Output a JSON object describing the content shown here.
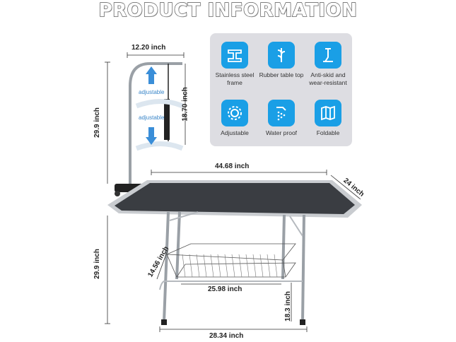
{
  "title": "PRODUCT INFORMATION",
  "features": [
    {
      "icon": "steel-beam-icon",
      "label": "Stainless steel frame"
    },
    {
      "icon": "rubber-mat-icon",
      "label": "Rubber table top"
    },
    {
      "icon": "anti-skid-icon",
      "label": "Anti-skid and wear-resistant"
    },
    {
      "icon": "gear-icon",
      "label": "Adjustable"
    },
    {
      "icon": "shower-icon",
      "label": "Water proof"
    },
    {
      "icon": "folding-map-icon",
      "label": "Foldable"
    }
  ],
  "dimensions": {
    "arm_width": "12.20 inch",
    "arm_height": "18.70 inch",
    "arm_total": "29.9 inch",
    "table_length": "44.68 inch",
    "table_depth": "24 inch",
    "table_height": "29.9 inch",
    "basket_depth": "14.56 inch",
    "basket_width": "25.98 inch",
    "basket_height": "18.3 inch",
    "leg_span": "28.34 inch"
  },
  "adjustable_up": "adjustable",
  "adjustable_down": "adjustable",
  "colors": {
    "accent": "#1a9fe6",
    "panel": "#dddde2",
    "tabletop": "#3a3d42",
    "frame": "#c9ccd0"
  }
}
